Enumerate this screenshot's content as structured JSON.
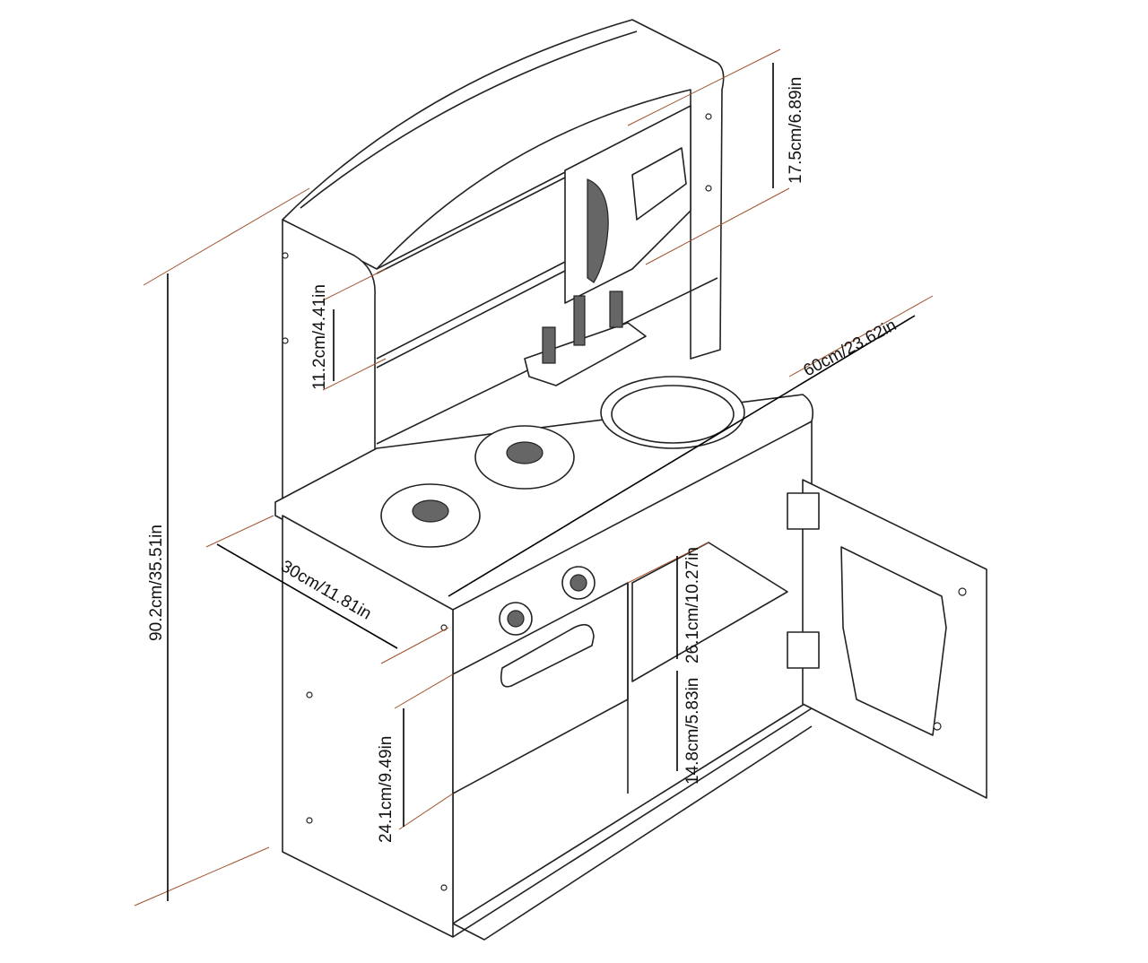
{
  "dimensions": {
    "total_height": "90.2cm/35.51in",
    "width": "60cm/23.62in",
    "depth": "30cm/11.81in",
    "top_cabinet_height": "17.5cm/6.89in",
    "shelf_gap": "11.2cm/4.41in",
    "right_cabinet_upper": "26.1cm/10.27in",
    "right_cabinet_lower": "14.8cm/5.83in",
    "oven_height": "24.1cm/9.49in"
  },
  "colors": {
    "dimension_line": "#a0522d",
    "outline": "#222222"
  }
}
